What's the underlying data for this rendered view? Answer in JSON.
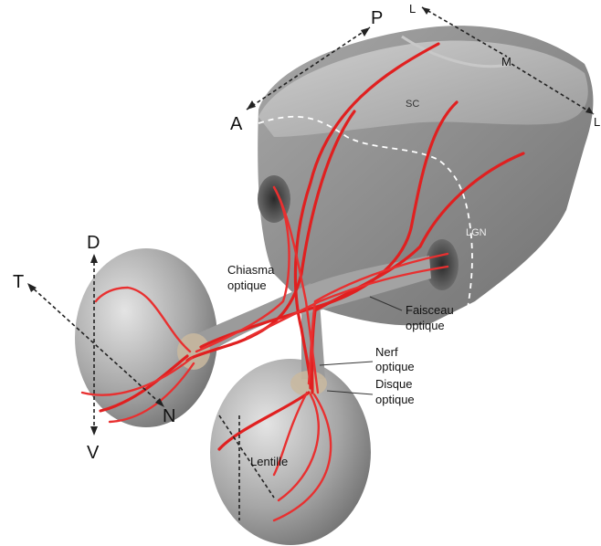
{
  "labels": {
    "axis_p": "P",
    "axis_a": "A",
    "axis_l_top": "L",
    "axis_m": "M",
    "axis_l_right": "L",
    "axis_d": "D",
    "axis_v": "V",
    "axis_t": "T",
    "axis_n": "N",
    "sc": "SC",
    "lgn": "LGN",
    "chiasma_line1": "Chiasma",
    "chiasma_line2": "optique",
    "faisceau_line1": "Faisceau",
    "faisceau_line2": "optique",
    "nerf_line1": "Nerf",
    "nerf_line2": "optique",
    "disque_line1": "Disque",
    "disque_line2": "optique",
    "lentille": "Lentille"
  },
  "colors": {
    "nerve": "#e02020",
    "brain": "#8c8c8c",
    "eye": "#a9a9a9"
  }
}
